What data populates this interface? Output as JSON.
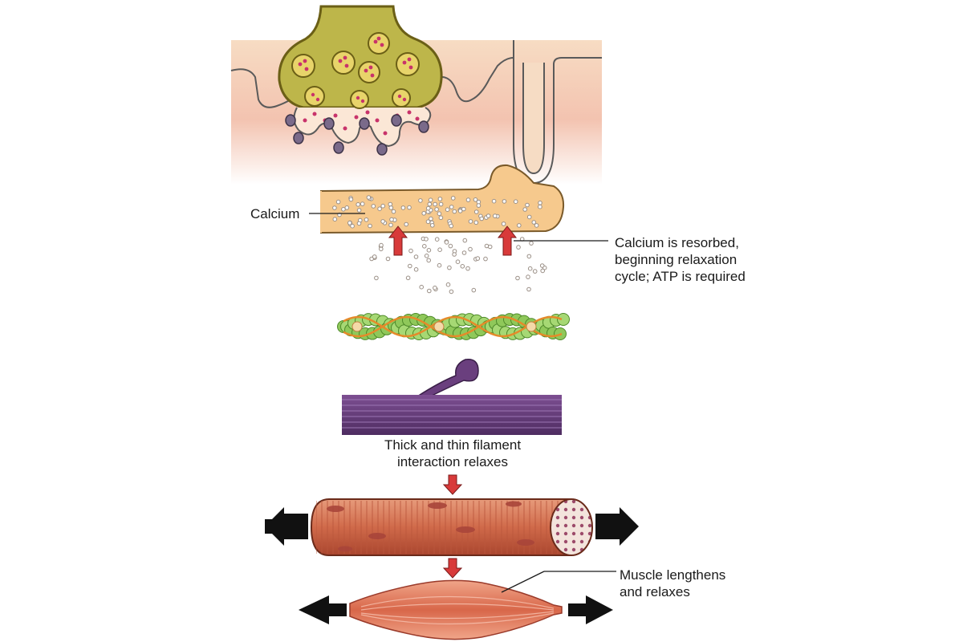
{
  "labels": {
    "calcium": "Calcium",
    "resorbed": [
      "Calcium is resorbed,",
      "beginning relaxation",
      "cycle; ATP is required"
    ],
    "filament": [
      "Thick and thin filament",
      "interaction relaxes"
    ],
    "lengthens": [
      "Muscle lengthens",
      "and relaxes"
    ]
  },
  "colors": {
    "terminal_fill": "#bdb64a",
    "terminal_stroke": "#6b5f16",
    "vesicle": "#c8336a",
    "membrane_top": "#f7d9bf",
    "membrane_bottom": "#f2b9aa",
    "sr_fill": "#f6c98d",
    "calcium_dot": "#cfc6bd",
    "actin": "#8fc85a",
    "tropomyosin": "#e58a2a",
    "myosin": "#6a3f7e",
    "muscle": "#d06a4a",
    "arrow_red": "#d83a3a",
    "arrow_black": "#111111"
  },
  "icons": [
    "axon-terminal-icon",
    "sarcoplasmic-reticulum-icon",
    "actin-filament-icon",
    "myosin-head-icon",
    "muscle-fiber-icon",
    "muscle-belly-icon"
  ]
}
